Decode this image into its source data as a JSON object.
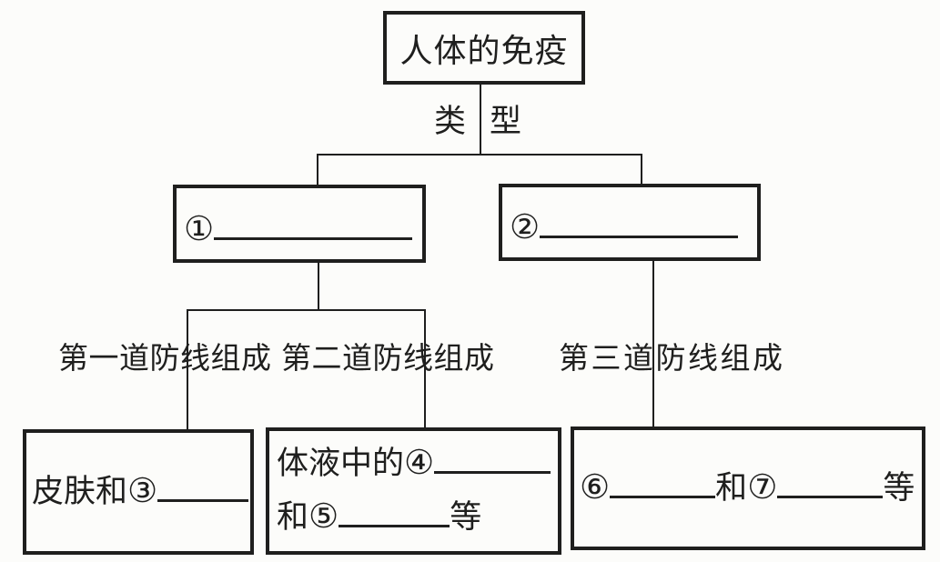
{
  "colors": {
    "ink": "#1f1f1e",
    "paper": "#fcfcfa"
  },
  "diagram": {
    "title": "人体的免疫",
    "type_label": {
      "left": "类",
      "right": "型"
    },
    "type_boxes": {
      "box1_marker": "①",
      "box2_marker": "②"
    },
    "defense_labels": {
      "first": "第一道防线组成",
      "second": "第二道防线组成",
      "third": "第三道防线组成"
    },
    "leaf_boxes": {
      "first": {
        "text": "皮肤和",
        "marker": "③"
      },
      "second": {
        "line1_text": "体液中的",
        "line1_marker": "④",
        "line2_text": "和",
        "line2_marker": "⑤",
        "line2_suffix": "等"
      },
      "third": {
        "marker1": "⑥",
        "conj": "和",
        "marker2": "⑦",
        "suffix": "等"
      }
    }
  }
}
